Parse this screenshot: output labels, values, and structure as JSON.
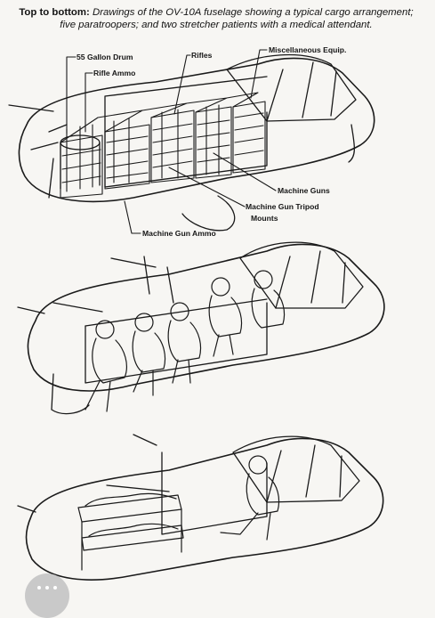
{
  "caption": {
    "lead": "Top to bottom:",
    "rest": "Drawings of the OV-10A fuselage showing a typical cargo arrangement; five paratroopers; and two stretcher patients with a medical attendant."
  },
  "labels": {
    "drum": "55 Gallon Drum",
    "rifle_ammo": "Rifle Ammo",
    "rifles": "Rifles",
    "misc": "Miscellaneous Equip.",
    "machine_guns": "Machine Guns",
    "tripod_line1": "Machine Gun Tripod",
    "tripod_line2": "Mounts",
    "mg_ammo": "Machine Gun Ammo"
  },
  "icons": {
    "corner_button": "more-options-icon"
  }
}
